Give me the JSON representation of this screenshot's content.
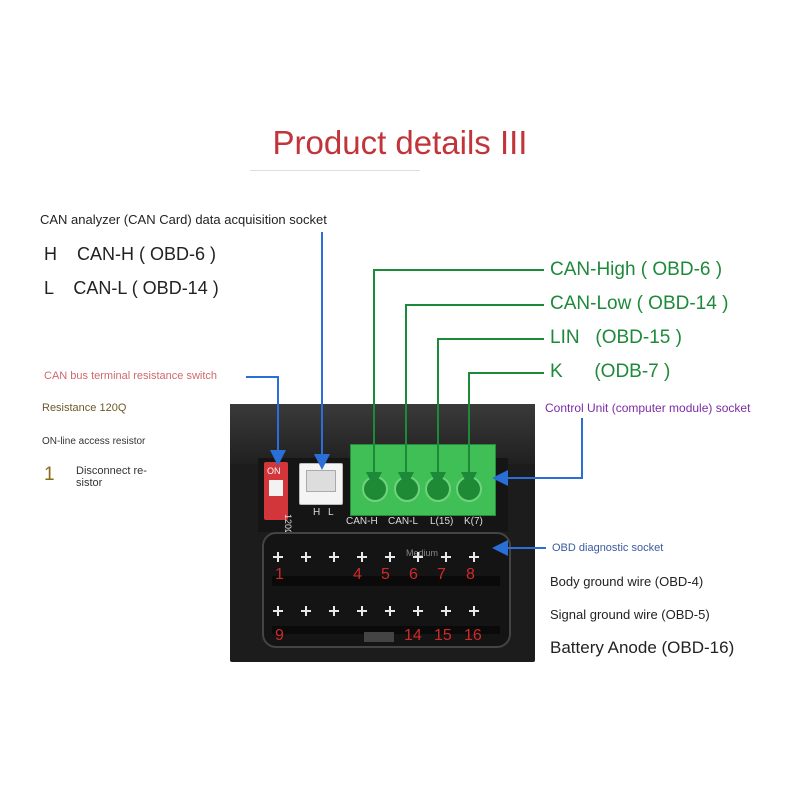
{
  "title": "Product details III",
  "can_analyzer": {
    "heading": "CAN analyzer (CAN Card) data acquisition socket",
    "h_line": "H    CAN-H ( OBD-6 )",
    "l_line": "L    CAN-L ( OBD-14 )"
  },
  "right_labels": {
    "can_high": "CAN-High ( OBD-6 )",
    "can_low": "CAN-Low ( OBD-14 )",
    "lin": "LIN   (OBD-15 )",
    "k": "K      (ODB-7 )"
  },
  "left_labels": {
    "switch": "CAN bus terminal resistance switch",
    "resistance": "Resistance 120Q",
    "online": "ON-line access resistor",
    "one": "1",
    "disconnect_1": "Disconnect re-",
    "disconnect_2": "sistor"
  },
  "control_unit": "Control Unit (computer module) socket",
  "obd": {
    "diag": "OBD diagnostic socket",
    "body_ground": "Body ground wire (OBD-4)",
    "signal_ground": "Signal ground wire (OBD-5)",
    "battery": "Battery Anode (OBD-16)"
  },
  "device": {
    "dip_on": "ON",
    "dip_120": "120Ω",
    "h": "H",
    "l": "L",
    "terms": [
      "CAN-H",
      "CAN-L",
      "L(15)",
      "K(7)"
    ],
    "medium": "Medium",
    "pins_top": [
      "1",
      "4",
      "5",
      "6",
      "7",
      "8"
    ],
    "pins_bottom": [
      "9",
      "14",
      "15",
      "16"
    ]
  },
  "colors": {
    "title": "#c0343a",
    "green": "#1d8a3a",
    "purple": "#7d2aa6",
    "arrow": "#2a6fd6",
    "pin_red": "#cf2a2a"
  }
}
